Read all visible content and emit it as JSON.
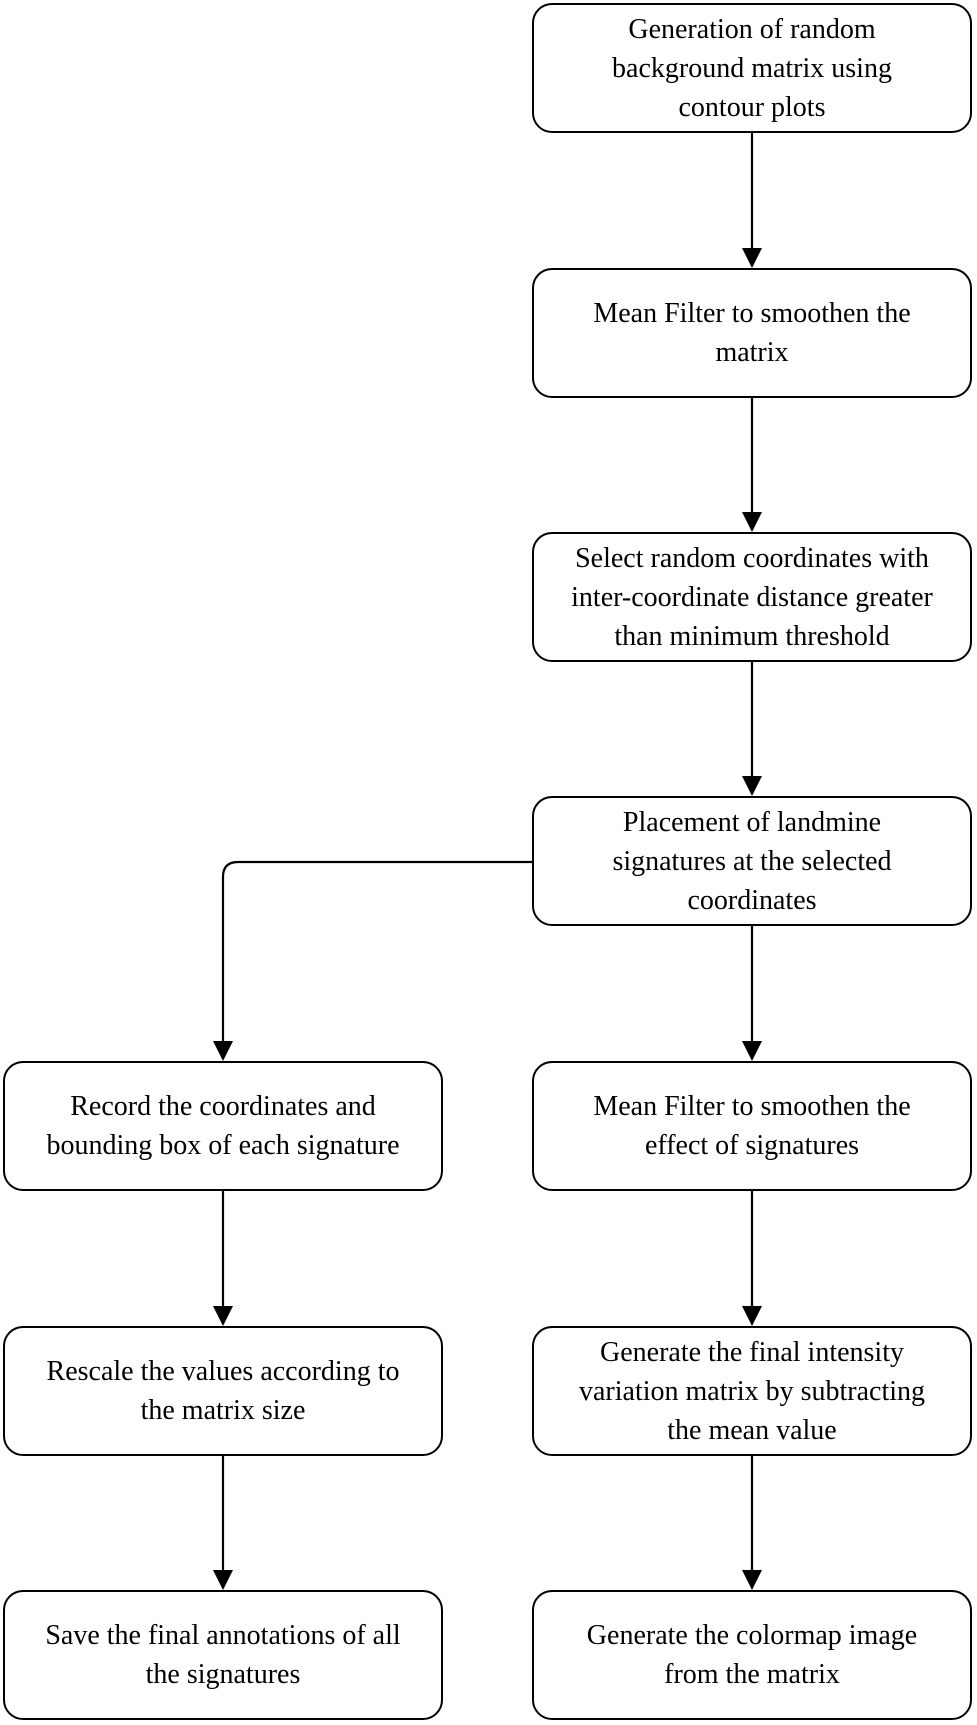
{
  "nodes": {
    "background_generation": "Generation of random\nbackground matrix using\ncontour plots",
    "mean_filter_matrix": "Mean Filter to smoothen the\nmatrix",
    "select_coordinates": "Select random coordinates with\ninter-coordinate distance greater\nthan minimum threshold",
    "placement_signatures": "Placement of landmine\nsignatures at the selected\ncoordinates",
    "record_coordinates": "Record the coordinates and\nbounding box of each signature",
    "mean_filter_signatures": "Mean Filter to smoothen the\neffect of signatures",
    "rescale_values": "Rescale the values according to\nthe matrix size",
    "generate_intensity": "Generate the final intensity\nvariation matrix by subtracting\nthe mean value",
    "save_annotations": "Save the final annotations of all\nthe signatures",
    "generate_colormap": "Generate the colormap image\nfrom the matrix"
  },
  "edges": [
    {
      "from": "background_generation",
      "to": "mean_filter_matrix"
    },
    {
      "from": "mean_filter_matrix",
      "to": "select_coordinates"
    },
    {
      "from": "select_coordinates",
      "to": "placement_signatures"
    },
    {
      "from": "placement_signatures",
      "to": "record_coordinates"
    },
    {
      "from": "placement_signatures",
      "to": "mean_filter_signatures"
    },
    {
      "from": "record_coordinates",
      "to": "rescale_values"
    },
    {
      "from": "rescale_values",
      "to": "save_annotations"
    },
    {
      "from": "mean_filter_signatures",
      "to": "generate_intensity"
    },
    {
      "from": "generate_intensity",
      "to": "generate_colormap"
    }
  ]
}
